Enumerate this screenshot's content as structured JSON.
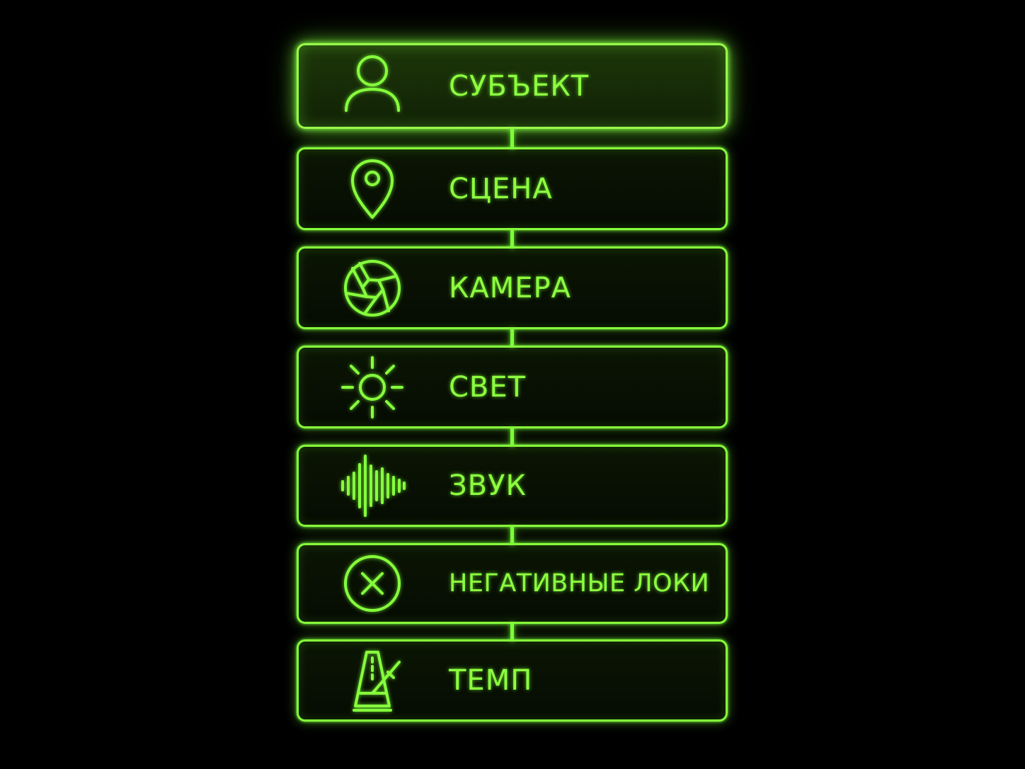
{
  "theme": {
    "accent": "#86ff3c",
    "background": "#000000"
  },
  "menu": {
    "items": [
      {
        "label": "СУБЪЕКТ",
        "icon": "person-icon",
        "active": true
      },
      {
        "label": "СЦЕНА",
        "icon": "map-pin-icon",
        "active": false
      },
      {
        "label": "КАМЕРА",
        "icon": "camera-aperture-icon",
        "active": false
      },
      {
        "label": "СВЕТ",
        "icon": "sun-icon",
        "active": false
      },
      {
        "label": "ЗВУК",
        "icon": "sound-wave-icon",
        "active": false
      },
      {
        "label": "НЕГАТИВНЫЕ ЛОКИ",
        "icon": "circle-x-icon",
        "active": false
      },
      {
        "label": "ТЕМП",
        "icon": "metronome-icon",
        "active": false
      }
    ]
  }
}
